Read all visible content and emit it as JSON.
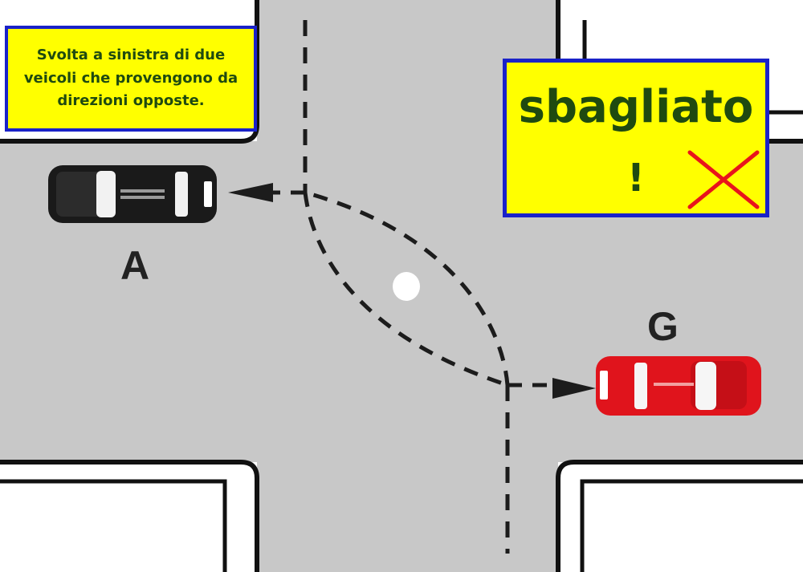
{
  "caption": {
    "line1": "Svolta a sinistra di due",
    "line2": "veicoli che provengono da",
    "line3": "direzioni opposte."
  },
  "verdict": {
    "word": "sbagliato",
    "mark": "!",
    "icon": "cross-icon",
    "icon_color": "#e8141c"
  },
  "vehicles": [
    {
      "label": "A",
      "color": "#1a1a1a"
    },
    {
      "label": "G",
      "color": "#e0141c"
    }
  ],
  "colors": {
    "road": "#c8c8c8",
    "panel_bg": "#ffff00",
    "panel_border": "#1a22c8",
    "text": "#1f4a10"
  }
}
